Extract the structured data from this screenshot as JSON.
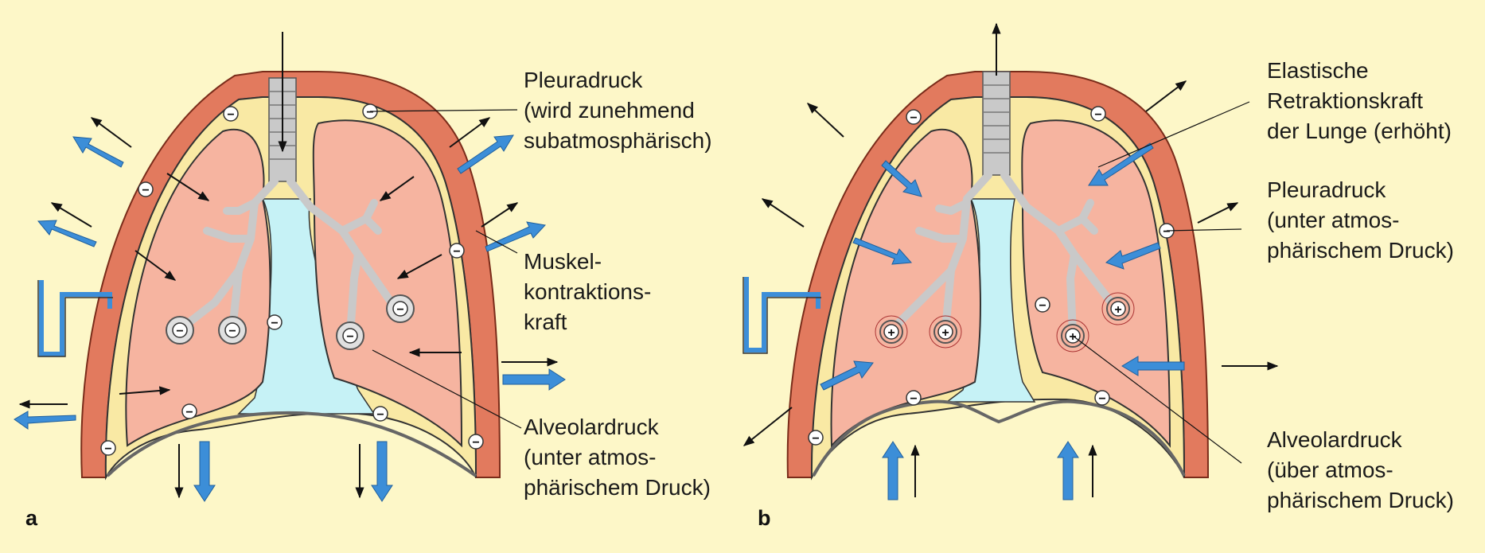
{
  "panel_a": {
    "letter": "a",
    "labels": {
      "pleural": [
        "Pleuradruck",
        "(wird zunehmend",
        "subatmosphärisch)"
      ],
      "muscle": [
        "Muskel-",
        "kontraktions-",
        "kraft"
      ],
      "alveolar": [
        "Alveolardruck",
        "(unter atmos-",
        "phärischem Druck)"
      ]
    },
    "pressure_sign": "−"
  },
  "panel_b": {
    "letter": "b",
    "labels": {
      "elastic": [
        "Elastische",
        "Retraktionskraft",
        "der Lunge (erhöht)"
      ],
      "pleural": [
        "Pleuradruck",
        "(unter atmos-",
        "phärischem Druck)"
      ],
      "alveolar": [
        "Alveolardruck",
        "(über atmos-",
        "phärischem Druck)"
      ]
    },
    "pleural_sign": "−",
    "alveolar_sign": "+"
  },
  "colors": {
    "background": "#fdf7c8",
    "lung": "#f6b4a0",
    "pleura": "#f9e9a4",
    "mediastinum": "#c6f2f6",
    "muscle": "#e27a5e",
    "force_arrow": "#3c8ed8",
    "airway": "#c9c9c9"
  }
}
